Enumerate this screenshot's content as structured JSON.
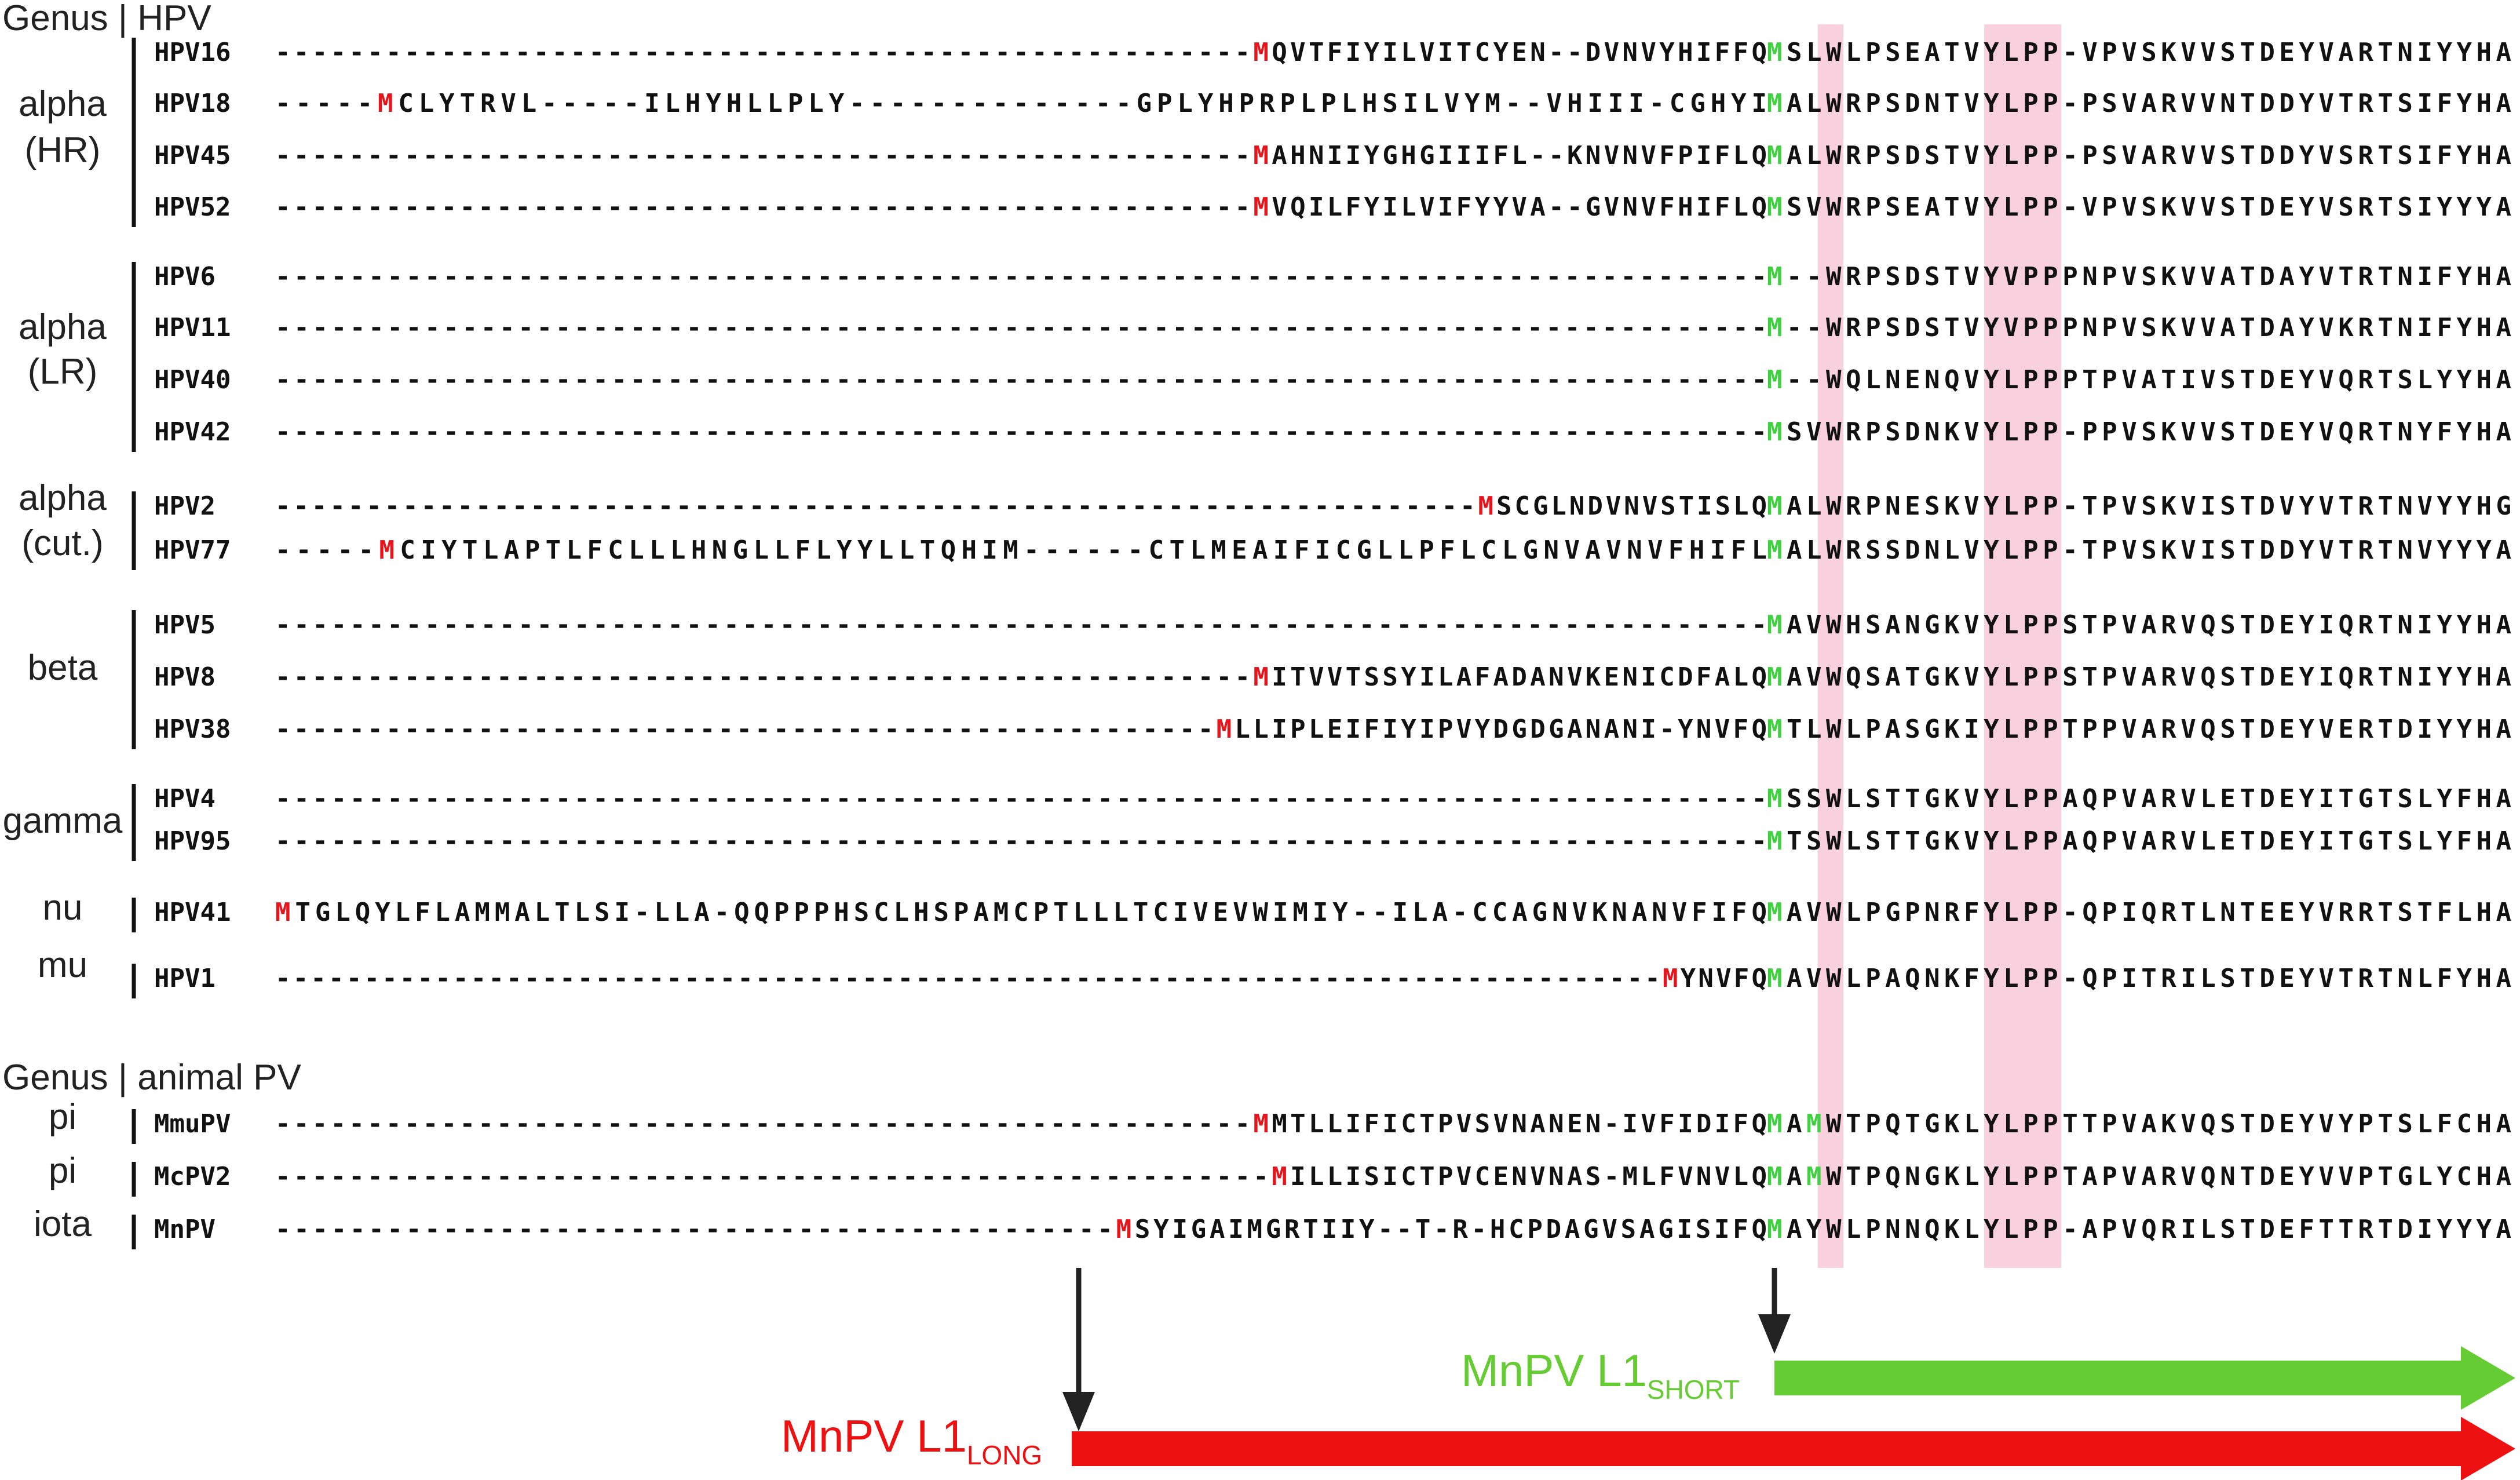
{
  "colors": {
    "start_red": "#e8141c",
    "start_green": "#3fd13f",
    "highlight_pink": "#f8d0de",
    "long_arrow": "#ee1111",
    "short_arrow": "#66cc33",
    "down_arrow": "#222222",
    "text": "#111111"
  },
  "headers": {
    "hpv": "Genus | HPV",
    "animal": "Genus | animal PV"
  },
  "groups": [
    {
      "lines": [
        "alpha",
        "(HR)"
      ]
    },
    {
      "lines": [
        "alpha",
        "(LR)"
      ]
    },
    {
      "lines": [
        "alpha",
        "(cut.)"
      ]
    },
    {
      "lines": [
        "beta"
      ]
    },
    {
      "lines": [
        "gamma"
      ]
    },
    {
      "lines": [
        "nu"
      ]
    },
    {
      "lines": [
        "mu"
      ]
    },
    {
      "lines": [
        "pi"
      ]
    },
    {
      "lines": [
        "pi"
      ]
    },
    {
      "lines": [
        "iota"
      ]
    }
  ],
  "rows": [
    {
      "name": "HPV16",
      "pre": "-----------------------------------------------------",
      "m": "M",
      "mid": "QVTFIYILVITCYEN--DVNVYHIFFQ",
      "m2": "M",
      "post": "SLWLPSEATVYLPP-VPVSKVVSTDEYVARTNIYYHA"
    },
    {
      "name": "HPV18",
      "pre": "-----",
      "m": "M",
      "mid": "CLYTRVL-----ILHYHLLPLY--------------GPLYHPRPLPLHSILVYM--VHIII-CGHYI",
      "m2": "M",
      "post": "ALWRPSDNTVYLPP-PSVARVVNTDDYVTRTSIFYHA"
    },
    {
      "name": "HPV45",
      "pre": "-----------------------------------------------------",
      "m": "M",
      "mid": "AHNIIYGHGIIIFL--KNVNVFPIFLQ",
      "m2": "M",
      "post": "ALWRPSDSTVYLPP-PSVARVVSTDDYVSRTSIFYHA"
    },
    {
      "name": "HPV52",
      "pre": "-----------------------------------------------------",
      "m": "M",
      "mid": "VQILFYILVIFYYVA--GVNVFHIFLQ",
      "m2": "M",
      "post": "SVWRPSEATVYLPP-VPVSKVVSTDEYVSRTSIYYYA"
    },
    {
      "name": "HPV6",
      "pre": "",
      "m": "",
      "mid": "--------------------------------------------------------------------------------",
      "m2": "M",
      "post": "--WRPSDSTVYVPPPNPVSKVVATDAYVTRTNIFYHA"
    },
    {
      "name": "HPV11",
      "pre": "",
      "m": "",
      "mid": "--------------------------------------------------------------------------------",
      "m2": "M",
      "post": "--WRPSDSTVYVPPPNPVSKVVATDAYVKRTNIFYHA"
    },
    {
      "name": "HPV40",
      "pre": "",
      "m": "",
      "mid": "--------------------------------------------------------------------------------",
      "m2": "M",
      "post": "--WQLNENQVYLPPPTPVATIVSTDEYVQRTSLYYHA"
    },
    {
      "name": "HPV42",
      "pre": "",
      "m": "",
      "mid": "--------------------------------------------------------------------------------",
      "m2": "M",
      "post": "SVWRPSDNKVYLPP-PPVSKVVSTDEYVQRTNYFYHA"
    },
    {
      "name": "HPV2",
      "pre": "------------------------------------------------------------------",
      "m": "M",
      "mid": "SCGLNDVNVSTISLQ",
      "m2": "M",
      "post": "ALWRPNESKVYLPP-TPVSKVISTDVYVTRTNVYYHG"
    },
    {
      "name": "HPV77",
      "pre": "-----",
      "m": "M",
      "mid": "CIYTLAPTLFCLLLHNGLLFLYYLLTQHIM------CTLMEAIFICGLLPFLCLGNVAVNVFHIFL",
      "m2": "M",
      "post": "ALWRSSDNLVYLPP-TPVSKVISTDDYVTRTNVYYYA"
    },
    {
      "name": "HPV5",
      "pre": "",
      "m": "",
      "mid": "--------------------------------------------------------------------------------",
      "m2": "M",
      "post": "AVWHSANGKVYLPPSTPVARVQSTDEYIQRTNIYYHA"
    },
    {
      "name": "HPV8",
      "pre": "-----------------------------------------------------",
      "m": "M",
      "mid": "ITVVTSSYILAFADANVKENICDFALQ",
      "m2": "M",
      "post": "AVWQSATGKVYLPPSTPVARVQSTDEYIQRTNIYYHA"
    },
    {
      "name": "HPV38",
      "pre": "---------------------------------------------------",
      "m": "M",
      "mid": "LLIPLEIFIYIPVYDGDGANANI-YNVFQ",
      "m2": "M",
      "post": "TLWLPASGKIYLPPTPPVARVQSTDEYVERTDIYYHA"
    },
    {
      "name": "HPV4",
      "pre": "",
      "m": "",
      "mid": "--------------------------------------------------------------------------------",
      "m2": "M",
      "post": "SSWLSTTGKVYLPPAQPVARVLETDEYITGTSLYFHA"
    },
    {
      "name": "HPV95",
      "pre": "",
      "m": "",
      "mid": "--------------------------------------------------------------------------------",
      "m2": "M",
      "post": "TSWLSTTGKVYLPPAQPVARVLETDEYITGTSLYFHA"
    },
    {
      "name": "HPV41",
      "pre": "",
      "m": "M",
      "mid": "TGLQYLFLAMMALTLSI-LLA-QQPPPHSCLHSPAMCPTLLLTCIVEVWIMIY--ILA-CCAGNVKNANVFIFQ",
      "m2": "M",
      "post": "AVWLPGPNRFYLPP-QPIQRTLNTEEYVRRTSTFLHA"
    },
    {
      "name": "HPV1",
      "pre": "------------------------------------------------------------------------------",
      "m": "M",
      "mid": "YNVFQ",
      "m2": "M",
      "post": "AVWLPAQNKFYLPP-QPITRILSTDEYVTRTNLFYHA"
    },
    {
      "name": "MmuPV",
      "pre": "-----------------------------------------------------",
      "m": "M",
      "mid": "MTLLIFICTPVSVNANEN-IVFIDIFQ",
      "m2": "MAM",
      "post": "WTPQTGKLYLPPTTPVAKVQSTDEYVYPTSLFCHA"
    },
    {
      "name": "McPV2",
      "pre": "------------------------------------------------------",
      "m": "M",
      "mid": "ILLISICTPVCENVNAS-MLFVNVLQ",
      "m2": "MAM",
      "post": "WTPQNGKLYLPPTAPVARVQNTDEYVVPTGLYCHA"
    },
    {
      "name": "MnPV",
      "pre": "---------------------------------------------",
      "m": "M",
      "mid": "SYIGAIMGRTIIY--T-R-HCPDAGVSAGISIFQ",
      "m2": "M",
      "post": "AYWLPNNQKLYLPP-APVQRILSTDEFTTRTDIYYYA"
    }
  ],
  "labels": {
    "short_main": "MnPV L1",
    "short_sub": "SHORT",
    "long_main": "MnPV L1",
    "long_sub": "LONG"
  }
}
